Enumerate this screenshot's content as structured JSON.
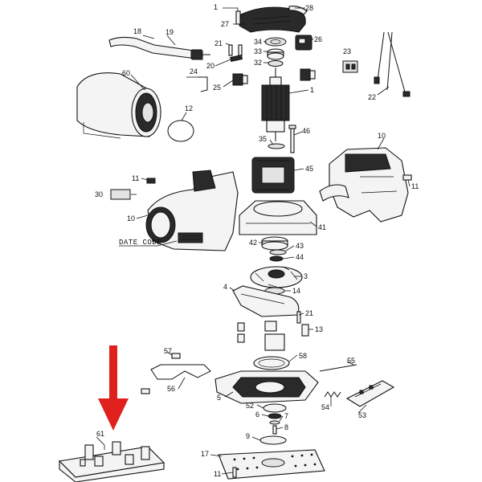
{
  "diagram": {
    "labels": {
      "l1_top": "1",
      "l27": "27",
      "l28": "28",
      "l18": "18",
      "l19": "19",
      "l21_top": "21",
      "l34": "34",
      "l26": "26",
      "l33": "33",
      "l23": "23",
      "l20": "20",
      "l32": "32",
      "l60": "60",
      "l24": "24",
      "l25": "25",
      "l1_mid": "1",
      "l22": "22",
      "l12": "12",
      "l35": "35",
      "l46": "46",
      "l10_right": "10",
      "l11_left": "11",
      "l45": "45",
      "l11_right": "11",
      "l30": "30",
      "l10_left": "10",
      "l41": "41",
      "date_code": "DATE CODE",
      "l42": "42",
      "l43": "43",
      "l44": "44",
      "l3": "3",
      "l4": "4",
      "l14": "14",
      "l21_mid": "21",
      "l13": "13",
      "l57": "57",
      "l58": "58",
      "l55": "55",
      "l56": "56",
      "l5": "5",
      "l54": "54",
      "l52": "52",
      "l53": "53",
      "l6": "6",
      "l7": "7",
      "l8": "8",
      "l61": "61",
      "l9": "9",
      "l17": "17",
      "l11_bottom": "11"
    },
    "colors": {
      "line": "#111111",
      "highlight_arrow": "#e0201c"
    }
  }
}
